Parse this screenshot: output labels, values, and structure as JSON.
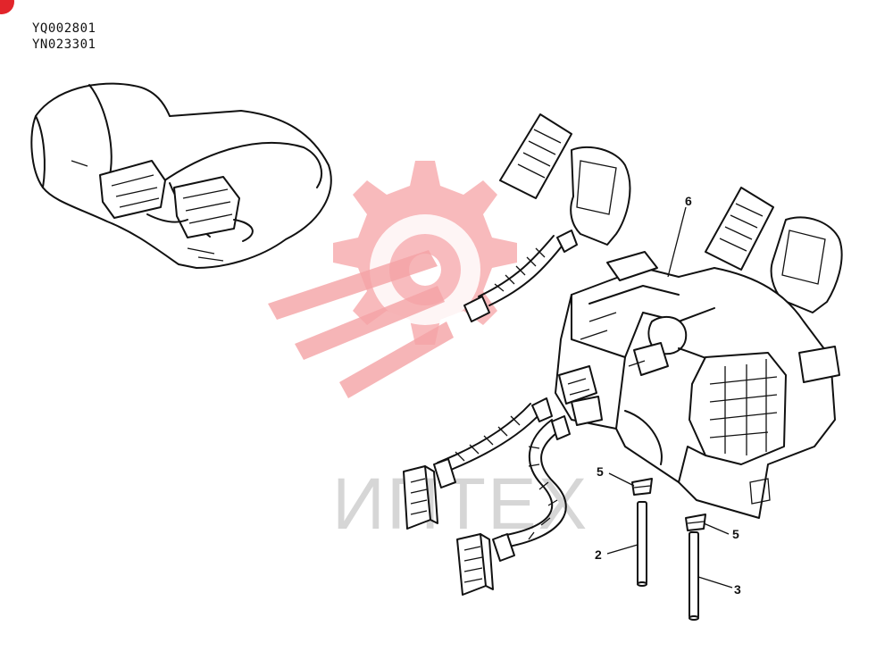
{
  "codes": [
    "YQ002801",
    "YN023301"
  ],
  "watermark": {
    "text": "ИПТЕХ",
    "color": "#f5a3a6"
  },
  "callouts": [
    "6",
    "5",
    "5",
    "2",
    "3"
  ]
}
